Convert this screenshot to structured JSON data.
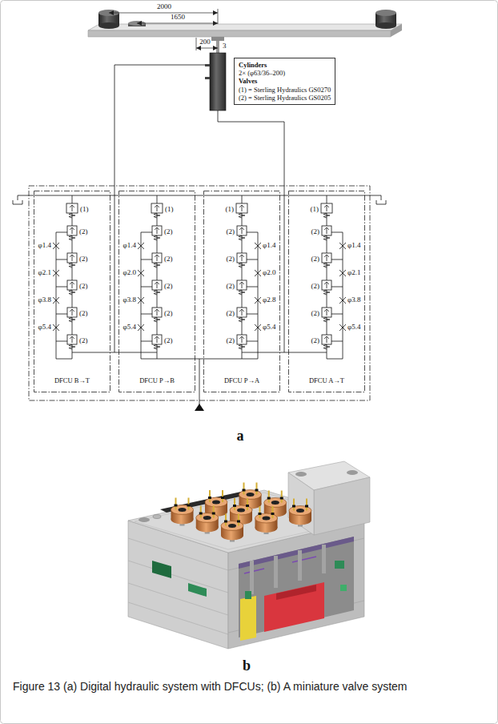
{
  "diagram": {
    "caption": "Figure 13 (a) Digital hydraulic system with DFCUs; (b) A miniature valve system",
    "nodes": [
      {
        "text": [
          "Cylinders",
          "2× (φ63/36–200)",
          "Valves",
          "(1) = Sterling Hydraulics GS0270",
          "(2) = Sterling Hydraulics GS0205"
        ]
      },
      {
        "text": [
          "DFCU B→T"
        ]
      },
      {
        "text": [
          "DFCU P→B"
        ]
      },
      {
        "text": [
          "DFCU P→A"
        ]
      },
      {
        "text": [
          "DFCU A→T"
        ]
      }
    ],
    "labels": [
      "2000",
      "1650",
      "200",
      "3",
      "(1)",
      "(2)",
      "(2)",
      "(2)",
      "(2)",
      "(2)",
      "φ1.4",
      "φ2.1",
      "φ3.8",
      "φ5.4",
      "(1)",
      "(2)",
      "(2)",
      "(2)",
      "(2)",
      "(2)",
      "φ1.4",
      "φ2.0",
      "φ3.8",
      "φ5.4",
      "(1)",
      "(2)",
      "(2)",
      "(2)",
      "(2)",
      "(2)",
      "φ1.4",
      "φ2.0",
      "φ2.8",
      "φ5.4",
      "(1)",
      "(2)",
      "(2)",
      "(2)",
      "(2)",
      "(2)",
      "φ1.4",
      "φ2.1",
      "φ3.8",
      "φ5.4",
      "a",
      "b"
    ]
  }
}
